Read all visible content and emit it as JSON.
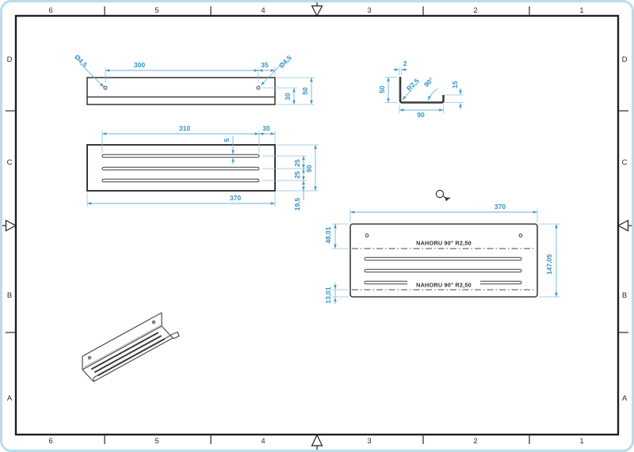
{
  "sheet": {
    "columns": [
      "6",
      "5",
      "4",
      "3",
      "2",
      "1"
    ],
    "rows": [
      "D",
      "C",
      "B",
      "A"
    ]
  },
  "colors": {
    "dimension_text": "#2f93c8",
    "dimension_line": "#6fb1d8",
    "part_line": "#3f3f3f",
    "frame": "#1f1f1f",
    "window_border": "#badcec"
  },
  "views": {
    "side": {
      "dia_left": "Ø4,5",
      "dia_right": "Ø4,5",
      "d300": "300",
      "d35": "35",
      "d50": "50",
      "d30": "30"
    },
    "plan": {
      "d310": "310",
      "d30": "30",
      "d5": "5",
      "d25a": "25",
      "d25b": "25",
      "d90": "90",
      "d19_5": "19,5",
      "d370": "370"
    },
    "section": {
      "d2": "2",
      "d50": "50",
      "r2_5": "R2,5",
      "a90": "90°",
      "d15": "15",
      "d90": "90"
    },
    "flat": {
      "d370": "370",
      "d147": "147,05",
      "d48": "48,01",
      "d13": "13,01",
      "note_top": "NAHORU 90° R2,50",
      "note_bottom": "NAHORU 90° R2,50"
    }
  }
}
